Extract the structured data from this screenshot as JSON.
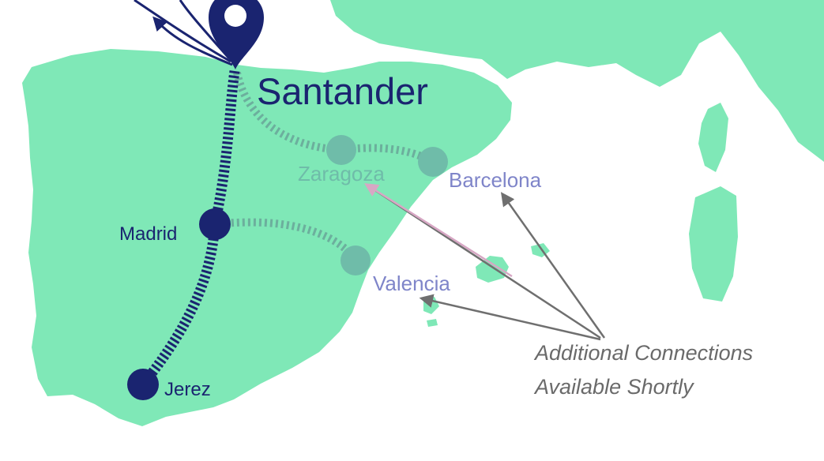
{
  "colors": {
    "land": "#7fe8b7",
    "route_primary": "#1a2470",
    "route_secondary": "#6aa99a",
    "city_secondary_text": "#7f85c9",
    "annotation_text": "#6a6a6a",
    "arrow": "#6f6f6f",
    "highlight_arrow": "#d7a7c4"
  },
  "cities": {
    "santander": {
      "name": "Santander",
      "status": "primary"
    },
    "madrid": {
      "name": "Madrid",
      "status": "primary"
    },
    "jerez": {
      "name": "Jerez",
      "status": "primary"
    },
    "zaragoza": {
      "name": "Zaragoza",
      "status": "coming-soon"
    },
    "barcelona": {
      "name": "Barcelona",
      "status": "coming-soon"
    },
    "valencia": {
      "name": "Valencia",
      "status": "coming-soon"
    }
  },
  "annotation": {
    "line1": "Additional Connections",
    "line2": "Available Shortly"
  },
  "icons": {
    "pin": "location-pin-icon",
    "arrow": "curved-arrow-icon"
  }
}
